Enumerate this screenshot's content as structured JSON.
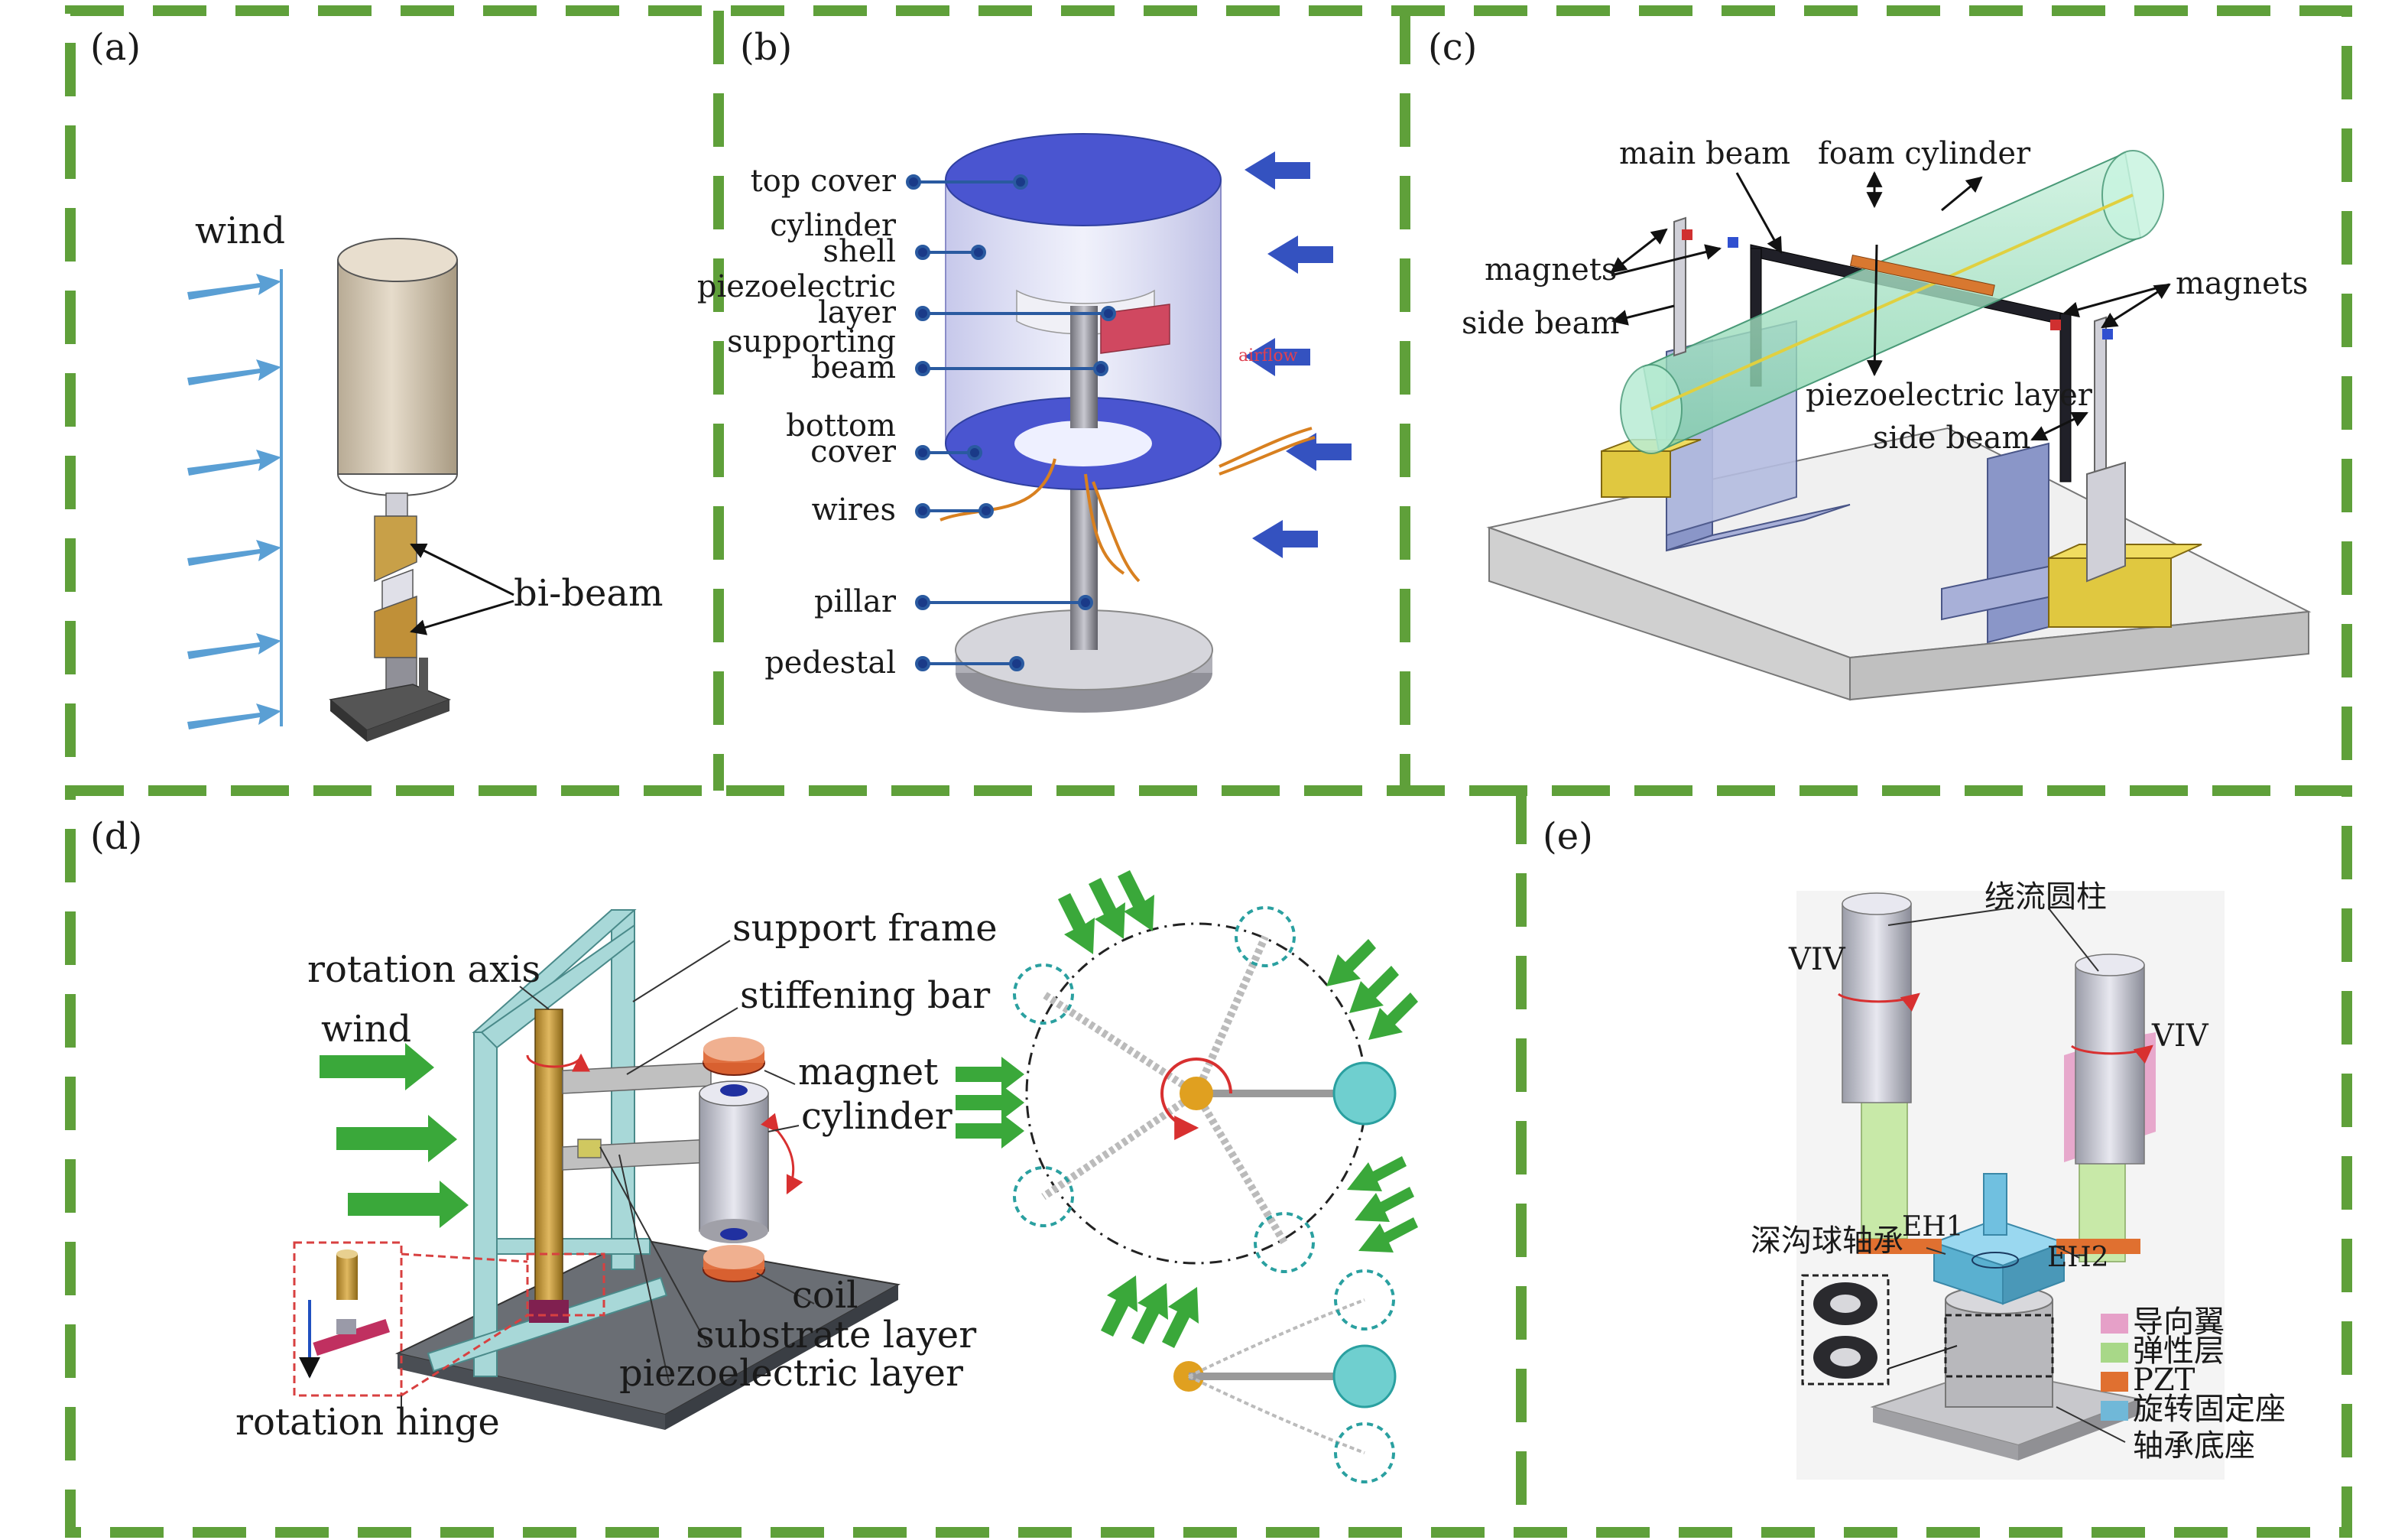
{
  "colors": {
    "border": "#5fa03a",
    "wind_arrow_a": "#5a9fd4",
    "wind_arrow_b": "#3452c0",
    "wind_arrow_d": "#3aa83a",
    "cylinder_tan": "#d8ccb8",
    "beam_gold": "#b8903a",
    "plate_blue": "#4a55d0",
    "foam_green": "#9fe0c0",
    "base_gray": "#e6e6e6",
    "teal_circle": "#6fcfcf",
    "hub_orange": "#e0a020",
    "pink_fin": "#e6a0c8",
    "green_layer": "#a8d888",
    "pzt_orange": "#e07030",
    "mount_blue": "#70b8d8"
  },
  "panel_a": {
    "letter": "(a)",
    "wind": "wind",
    "bi_beam": "bi-beam"
  },
  "panel_b": {
    "letter": "(b)",
    "labels": [
      [
        "top cover"
      ],
      [
        "cylinder",
        "shell"
      ],
      [
        "piezoelectric",
        "layer"
      ],
      [
        "supporting",
        "beam"
      ],
      [
        "bottom",
        "cover"
      ],
      [
        "wires"
      ],
      [
        "pillar"
      ],
      [
        "pedestal"
      ]
    ],
    "airflow": "airflow"
  },
  "panel_c": {
    "letter": "(c)",
    "main_beam": "main beam",
    "foam_cylinder": "foam cylinder",
    "magnets_left": "magnets",
    "side_beam_left": "side beam",
    "magnets_right": "magnets",
    "piezo_layer": "piezoelectric layer",
    "side_beam_right": "side beam"
  },
  "panel_d": {
    "letter": "(d)",
    "support_frame": "support frame",
    "rotation_axis": "rotation axis",
    "stiffening_bar": "stiffening bar",
    "wind": "wind",
    "magnet": "magnet",
    "cylinder": "cylinder",
    "coil": "coil",
    "substrate_layer": "substrate layer",
    "piezo_layer": "piezoelectric layer",
    "rotation_hinge": "rotation hinge"
  },
  "panel_e": {
    "letter": "(e)",
    "cylinder_label": "绕流圆柱",
    "viv_left": "VIV",
    "viv_right": "VIV",
    "eh1": "EH1",
    "eh2": "EH2",
    "bearing": "深沟球轴承",
    "legend": [
      {
        "label": "导向翼",
        "color": "#e6a0c8"
      },
      {
        "label": "弹性层",
        "color": "#a8d888"
      },
      {
        "label": "PZT",
        "color": "#e07030"
      },
      {
        "label": "旋转固定座",
        "color": "#70b8d8"
      }
    ],
    "base_label": "轴承底座"
  }
}
